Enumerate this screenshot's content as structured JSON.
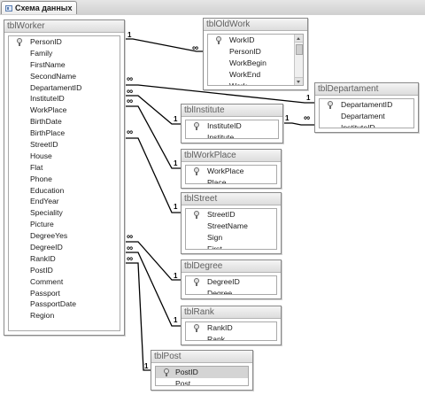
{
  "tab": {
    "label": "Схема данных",
    "icon": "relationships-icon"
  },
  "tables": {
    "worker": {
      "title": "tblWorker",
      "fields": [
        "PersonID",
        "Family",
        "FirstName",
        "SecondName",
        "DepartamentID",
        "InstituteID",
        "WorkPlace",
        "BirthDate",
        "BirthPlace",
        "StreetID",
        "House",
        "Flat",
        "Phone",
        "Education",
        "EndYear",
        "Speciality",
        "Picture",
        "DegreeYes",
        "DegreeID",
        "RankID",
        "PostID",
        "Comment",
        "Passport",
        "PassportDate",
        "Region"
      ]
    },
    "oldwork": {
      "title": "tblOldWork",
      "fields": [
        "WorkID",
        "PersonID",
        "WorkBegin",
        "WorkEnd",
        "Work"
      ]
    },
    "departament": {
      "title": "tblDepartament",
      "fields": [
        "DepartamentID",
        "Departament",
        "InstituteID"
      ]
    },
    "institute": {
      "title": "tblInstitute",
      "fields": [
        "InstituteID",
        "Institute"
      ]
    },
    "workplace": {
      "title": "tblWorkPlace",
      "fields": [
        "WorkPlace",
        "Place"
      ]
    },
    "street": {
      "title": "tblStreet",
      "fields": [
        "StreetID",
        "StreetName",
        "Sign",
        "First"
      ]
    },
    "degree": {
      "title": "tblDegree",
      "fields": [
        "DegreeID",
        "Degree"
      ]
    },
    "rank": {
      "title": "tblRank",
      "fields": [
        "RankID",
        "Rank"
      ]
    },
    "post": {
      "title": "tblPost",
      "fields": [
        "PostID",
        "Post"
      ]
    }
  },
  "relationships": {
    "one": "1",
    "many": "∞"
  }
}
